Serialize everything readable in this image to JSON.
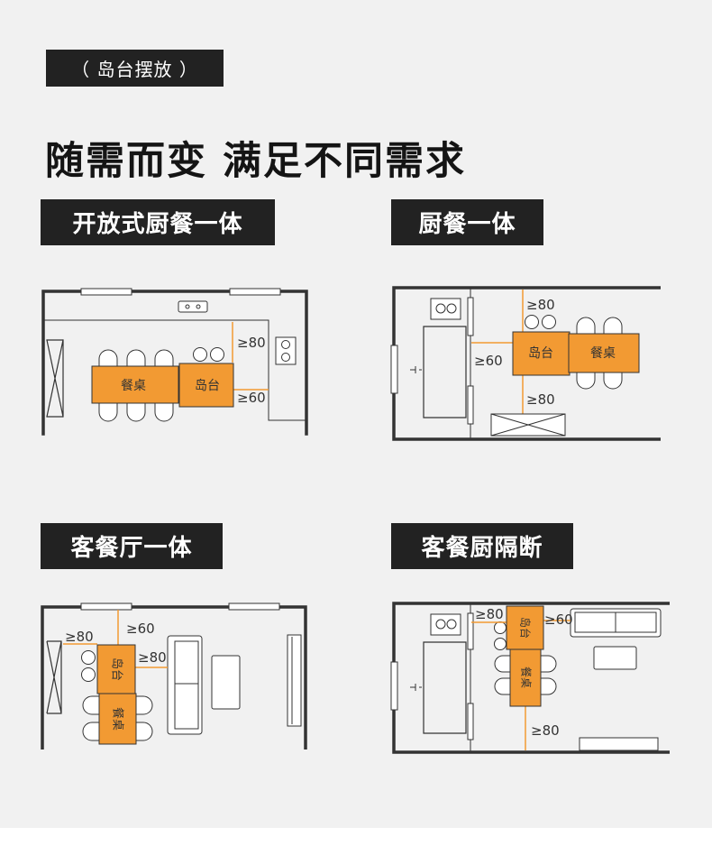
{
  "badge": "（ 岛台摆放 ）",
  "headline": "随需而变 满足不同需求",
  "colors": {
    "accent": "#f29a33",
    "dark": "#222222",
    "bg": "#f1f1f1"
  },
  "sections": [
    {
      "title": "开放式厨餐一体",
      "labels": {
        "table": "餐桌",
        "island": "岛台",
        "dim1": "≥80",
        "dim2": "≥60"
      }
    },
    {
      "title": "厨餐一体",
      "labels": {
        "island": "岛台",
        "table": "餐桌",
        "dim1": "≥80",
        "dim2": "≥60",
        "dim3": "≥80"
      }
    },
    {
      "title": "客餐厅一体",
      "labels": {
        "island": "岛台",
        "table": "餐桌",
        "dim1": "≥80",
        "dim2": "≥60",
        "dim3": "≥80"
      }
    },
    {
      "title": "客餐厨隔断",
      "labels": {
        "island": "岛台",
        "table": "餐桌",
        "dim1": "≥80",
        "dim2": "≥60",
        "dim3": "≥80"
      }
    }
  ]
}
